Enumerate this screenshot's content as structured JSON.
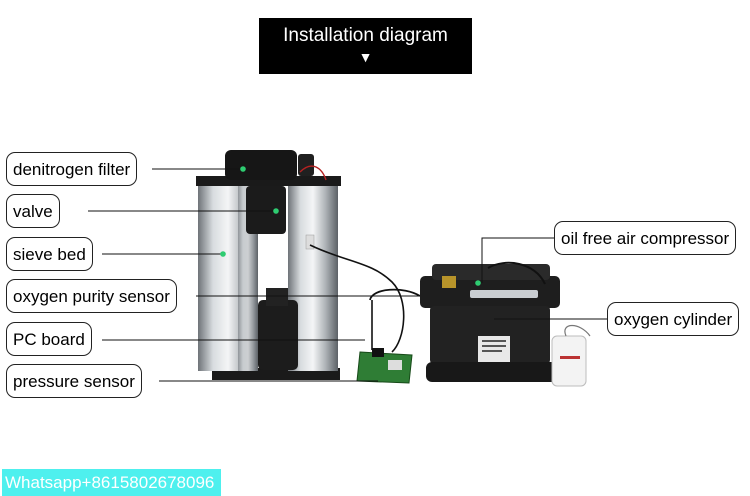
{
  "header": {
    "title": "Installation diagram",
    "arrow": "▼"
  },
  "callouts": {
    "denitrogen_filter": "denitrogen filter",
    "valve": "valve",
    "sieve_bed": "sieve bed",
    "oxygen_purity_sensor": "oxygen purity sensor",
    "pc_board": "PC board",
    "pressure_sensor": "pressure sensor",
    "oil_free_air_compressor": "oil free air compressor",
    "oxygen_cylinder": "oxygen cylinder"
  },
  "footer": {
    "contact": "Whatsapp+8615802678096"
  },
  "colors": {
    "title_bg": "#000000",
    "contact_bg": "#4ef0ee",
    "leader_dot": "#2ecc71"
  }
}
